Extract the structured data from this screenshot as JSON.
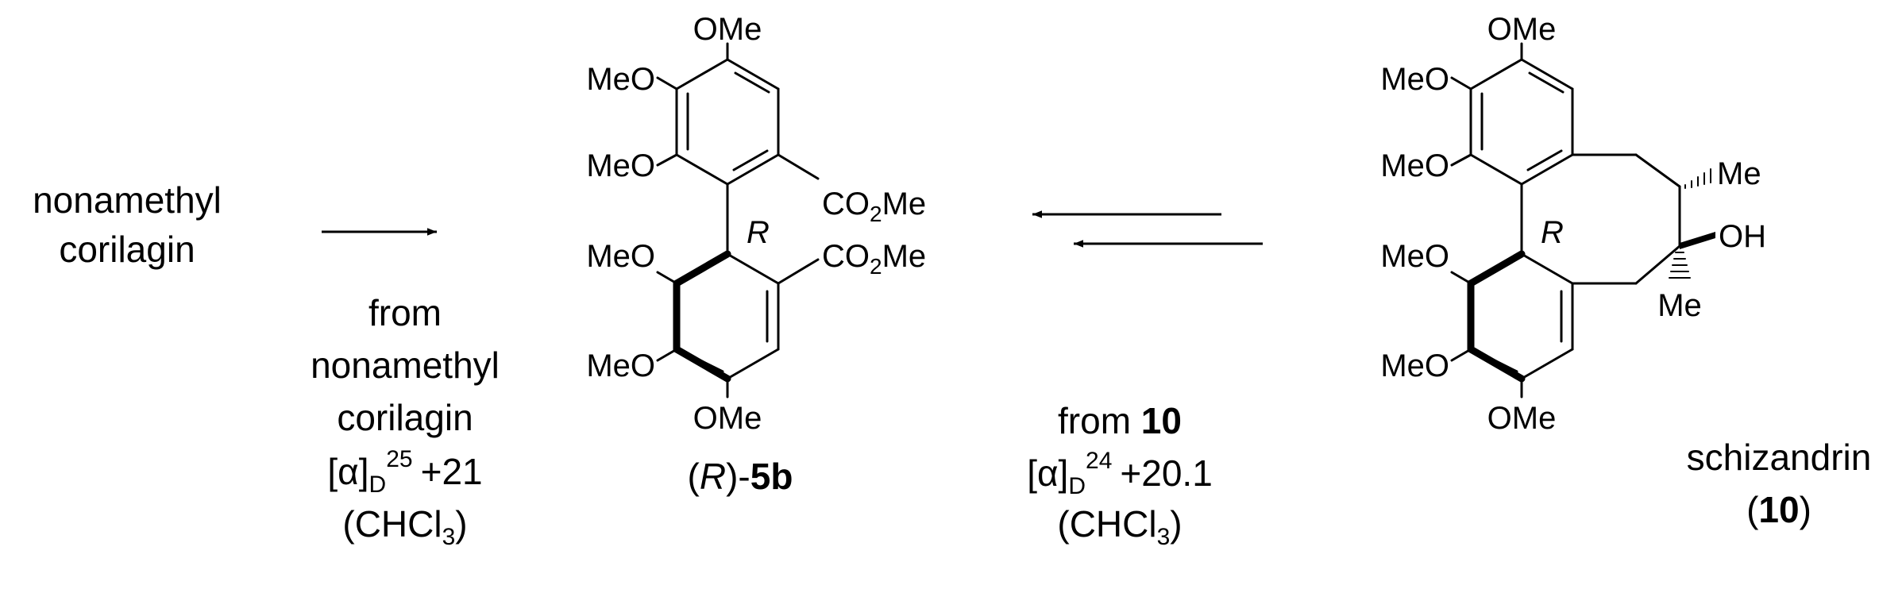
{
  "left_text": {
    "line1": "nonamethyl",
    "line2": "corilagin"
  },
  "left_note": {
    "line1": "from",
    "line2": "nonamethyl",
    "line3": "corilagin",
    "rotation_prefix": "[α]",
    "rotation_sub": "D",
    "rotation_sup": "25",
    "rotation_value": "+21",
    "solvent_prefix": "(CHCl",
    "solvent_sub": "3",
    "solvent_suffix": ")"
  },
  "right_note": {
    "line1_prefix": "from ",
    "line1_bold": "10",
    "rotation_prefix": "[α]",
    "rotation_sub": "D",
    "rotation_sup": "24",
    "rotation_value": "+20.1",
    "solvent_prefix": "(CHCl",
    "solvent_sub": "3",
    "solvent_suffix": ")"
  },
  "compound_5b": {
    "label_open": "(",
    "label_italic": "R",
    "label_close": ")-",
    "label_bold": "5b",
    "axial_descriptor": "R",
    "substituents": {
      "ome_top": "OMe",
      "meo_upper": "MeO",
      "meo_mid": "MeO",
      "co2me_upper_a": "CO",
      "co2me_upper_sub": "2",
      "co2me_upper_b": "Me",
      "meo_lower1": "MeO",
      "co2me_lower_a": "CO",
      "co2me_lower_sub": "2",
      "co2me_lower_b": "Me",
      "meo_lower2": "MeO",
      "ome_bottom": "OMe"
    }
  },
  "compound_10": {
    "name": "schizandrin",
    "label_open": "(",
    "label_bold": "10",
    "label_close": ")",
    "axial_descriptor": "R",
    "substituents": {
      "ome_top": "OMe",
      "meo_upper": "MeO",
      "meo_mid": "MeO",
      "me_top": "Me",
      "oh": "OH",
      "me_bottom": "Me",
      "meo_lower1": "MeO",
      "meo_lower2": "MeO",
      "ome_bottom": "OMe"
    }
  }
}
